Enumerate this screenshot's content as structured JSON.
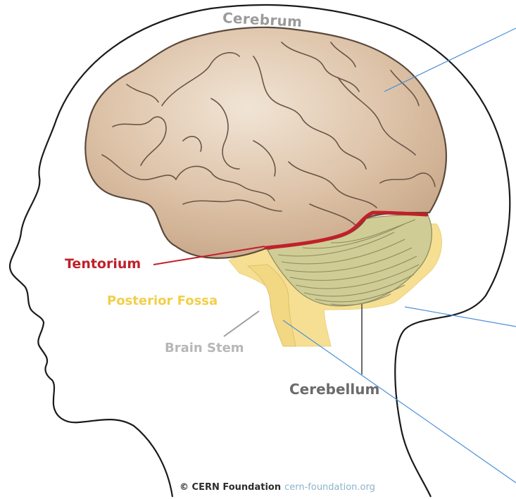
{
  "labels": {
    "cerebrum": "Cerebrum",
    "tentorium": "Tentorium",
    "posterior_fossa": "Posterior Fossa",
    "brain_stem": "Brain Stem",
    "cerebellum": "Cerebellum"
  },
  "credit": {
    "owner": "© CERN Foundation",
    "site": "cern-foundation.org"
  },
  "colors": {
    "head_outline": "#1a1a1a",
    "cerebrum_fill": "#dcc1a6",
    "cerebrum_outline": "#5b4a3c",
    "tentorium": "#c0202a",
    "posterior_fossa": "#f6df93",
    "cerebellum_fill": "#cfcc95",
    "leader_line": "#4a90d9"
  }
}
